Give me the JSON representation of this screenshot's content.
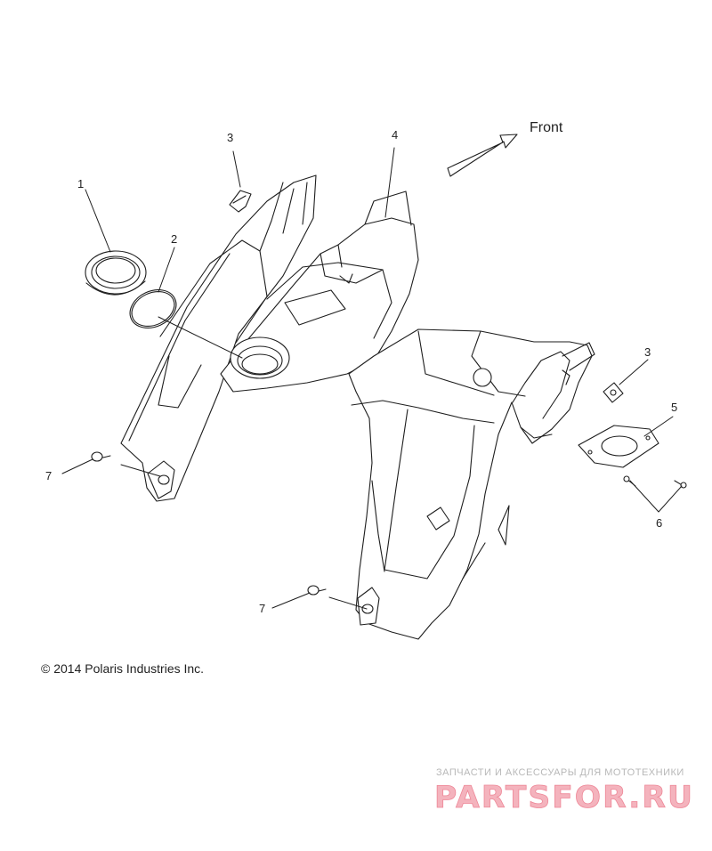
{
  "diagram": {
    "front_label": "Front",
    "callouts": {
      "c1": "1",
      "c2": "2",
      "c3a": "3",
      "c3b": "3",
      "c4": "4",
      "c5": "5",
      "c6": "6",
      "c7a": "7",
      "c7b": "7"
    }
  },
  "copyright": "© 2014 Polaris Industries Inc.",
  "watermark": {
    "tagline": "ЗАПЧАСТИ И АКСЕССУАРЫ ДЛЯ МОТОТЕХНИКИ",
    "logo": "PARTSFOR.RU"
  }
}
